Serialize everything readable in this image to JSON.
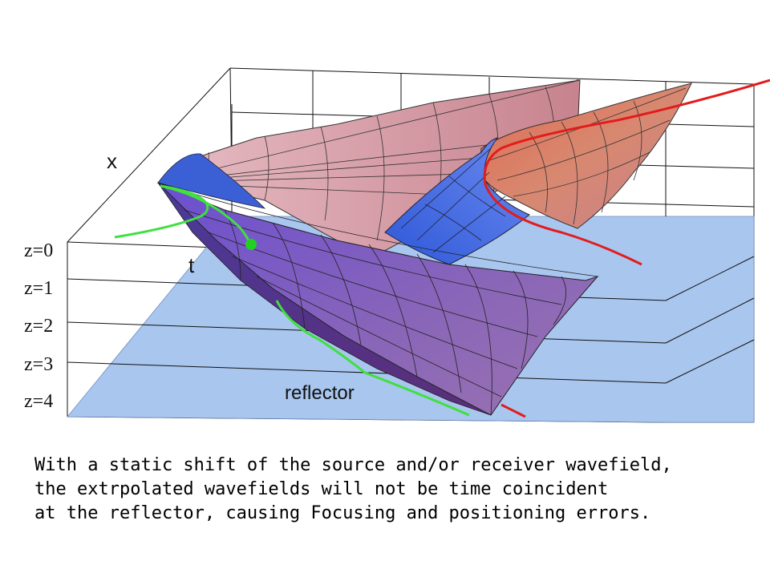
{
  "labels": {
    "x_axis": "x",
    "t_axis": "t",
    "reflector": "reflector",
    "depths": [
      "z=0",
      "z=1",
      "z=2",
      "z=3",
      "z=4"
    ]
  },
  "caption": {
    "line1": "With a static shift of the source and/or receiver wavefield,",
    "line2": "the extrpolated wavefields will not be time coincident",
    "line3": "at the reflector, causing Focusing and positioning errors."
  },
  "colors": {
    "floor": "#a9c6ef",
    "pink_surface": "#c98f98",
    "purple_surface": "#8a66b8",
    "blue_surface": "#4a78e0",
    "red_curve": "#e21c1c",
    "green_curve": "#3fe03f"
  }
}
